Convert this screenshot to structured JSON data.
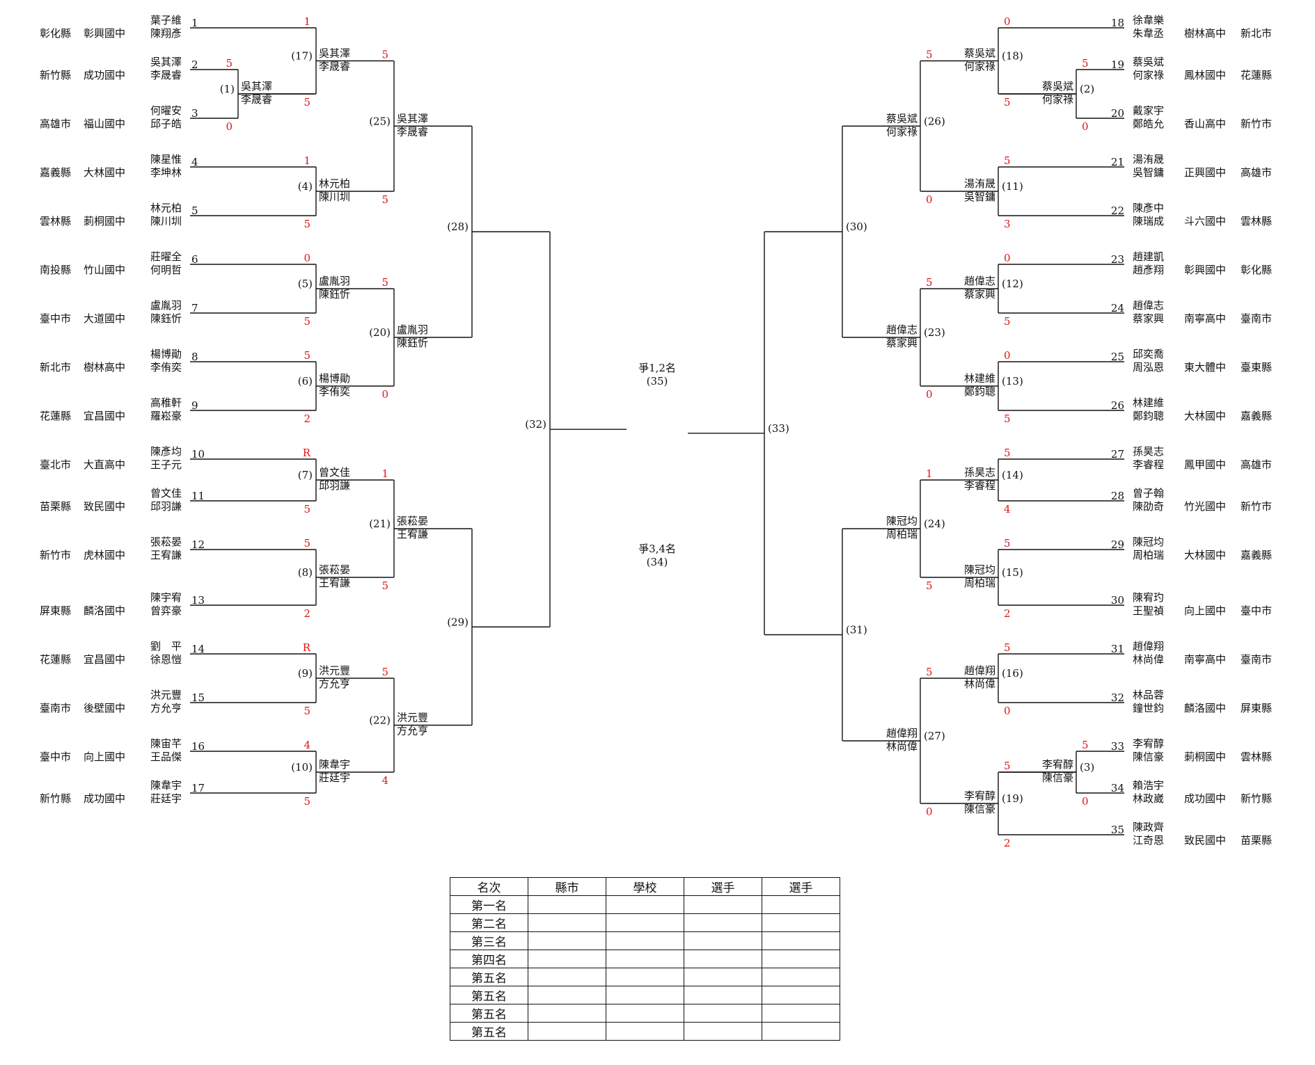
{
  "left": [
    {
      "num": "1",
      "county": "彰化縣",
      "school": "彰興國中",
      "p1": "葉子維",
      "p2": "陳翔彥"
    },
    {
      "num": "2",
      "county": "新竹縣",
      "school": "成功國中",
      "p1": "吳其澤",
      "p2": "李晟睿"
    },
    {
      "num": "3",
      "county": "高雄市",
      "school": "福山國中",
      "p1": "何曜安",
      "p2": "邱子皓"
    },
    {
      "num": "4",
      "county": "嘉義縣",
      "school": "大林國中",
      "p1": "陳星惟",
      "p2": "李坤林"
    },
    {
      "num": "5",
      "county": "雲林縣",
      "school": "莿桐國中",
      "p1": "林元柏",
      "p2": "陳川圳"
    },
    {
      "num": "6",
      "county": "南投縣",
      "school": "竹山國中",
      "p1": "莊曜全",
      "p2": "何明哲"
    },
    {
      "num": "7",
      "county": "臺中市",
      "school": "大道國中",
      "p1": "盧胤羽",
      "p2": "陳鈺忻"
    },
    {
      "num": "8",
      "county": "新北市",
      "school": "樹林高中",
      "p1": "楊博勛",
      "p2": "李侑奕"
    },
    {
      "num": "9",
      "county": "花蓮縣",
      "school": "宜昌國中",
      "p1": "高稚軒",
      "p2": "羅崧豪"
    },
    {
      "num": "10",
      "county": "臺北市",
      "school": "大直高中",
      "p1": "陳彥均",
      "p2": "王子元"
    },
    {
      "num": "11",
      "county": "苗栗縣",
      "school": "致民國中",
      "p1": "曾文佳",
      "p2": "邱羽謙"
    },
    {
      "num": "12",
      "county": "新竹市",
      "school": "虎林國中",
      "p1": "張菘晏",
      "p2": "王宥謙"
    },
    {
      "num": "13",
      "county": "屏東縣",
      "school": "麟洛國中",
      "p1": "陳宇宥",
      "p2": "曾弈豪"
    },
    {
      "num": "14",
      "county": "花蓮縣",
      "school": "宜昌國中",
      "p1": "劉　平",
      "p2": "徐恩愷"
    },
    {
      "num": "15",
      "county": "臺南市",
      "school": "後壁國中",
      "p1": "洪元豐",
      "p2": "方允亨"
    },
    {
      "num": "16",
      "county": "臺中市",
      "school": "向上國中",
      "p1": "陳宙芊",
      "p2": "王品傑"
    },
    {
      "num": "17",
      "county": "新竹縣",
      "school": "成功國中",
      "p1": "陳韋宇",
      "p2": "莊廷宇"
    }
  ],
  "right": [
    {
      "num": "18",
      "county": "新北市",
      "school": "樹林高中",
      "p1": "徐韋樂",
      "p2": "朱韋丞"
    },
    {
      "num": "19",
      "county": "花蓮縣",
      "school": "鳳林國中",
      "p1": "蔡吳斌",
      "p2": "何家祿"
    },
    {
      "num": "20",
      "county": "新竹市",
      "school": "香山高中",
      "p1": "戴家宇",
      "p2": "鄭皓允"
    },
    {
      "num": "21",
      "county": "高雄市",
      "school": "正興國中",
      "p1": "湯洧晟",
      "p2": "吳智鏞"
    },
    {
      "num": "22",
      "county": "雲林縣",
      "school": "斗六國中",
      "p1": "陳彥中",
      "p2": "陳瑞成"
    },
    {
      "num": "23",
      "county": "彰化縣",
      "school": "彰興國中",
      "p1": "趙建凱",
      "p2": "趙彥翔"
    },
    {
      "num": "24",
      "county": "臺南市",
      "school": "南寧高中",
      "p1": "趙偉志",
      "p2": "蔡家興"
    },
    {
      "num": "25",
      "county": "臺東縣",
      "school": "東大體中",
      "p1": "邱奕喬",
      "p2": "周泓恩"
    },
    {
      "num": "26",
      "county": "嘉義縣",
      "school": "大林國中",
      "p1": "林建維",
      "p2": "鄭鈞聰"
    },
    {
      "num": "27",
      "county": "高雄市",
      "school": "鳳甲國中",
      "p1": "孫昊志",
      "p2": "李睿程"
    },
    {
      "num": "28",
      "county": "新竹市",
      "school": "竹光國中",
      "p1": "曾子翰",
      "p2": "陳劭奇"
    },
    {
      "num": "29",
      "county": "嘉義縣",
      "school": "大林國中",
      "p1": "陳冠均",
      "p2": "周柏瑞"
    },
    {
      "num": "30",
      "county": "臺中市",
      "school": "向上國中",
      "p1": "陳宥玓",
      "p2": "王聖禎"
    },
    {
      "num": "31",
      "county": "臺南市",
      "school": "南寧高中",
      "p1": "趙偉翔",
      "p2": "林尚偉"
    },
    {
      "num": "32",
      "county": "屏東縣",
      "school": "麟洛國中",
      "p1": "林品蓉",
      "p2": "鐘世鈞"
    },
    {
      "num": "33",
      "county": "雲林縣",
      "school": "莿桐國中",
      "p1": "李宥醇",
      "p2": "陳信豪"
    },
    {
      "num": "34",
      "county": "新竹縣",
      "school": "成功國中",
      "p1": "賴浩宇",
      "p2": "林政崴"
    },
    {
      "num": "35",
      "county": "苗栗縣",
      "school": "致民國中",
      "p1": "陳政齊",
      "p2": "江奇恩"
    }
  ],
  "matches": [
    {
      "id": "(1)",
      "winner": [
        "吳其澤",
        "李晟睿"
      ],
      "top": "5",
      "bottom": "0"
    },
    {
      "id": "(2)",
      "winner": [
        "蔡吳斌",
        "何家祿"
      ],
      "top": "5",
      "bottom": "0"
    },
    {
      "id": "(3)",
      "winner": [
        "李宥醇",
        "陳信豪"
      ],
      "top": "5",
      "bottom": "0"
    },
    {
      "id": "(4)",
      "winner": [
        "林元柏",
        "陳川圳"
      ],
      "top": "1",
      "bottom": "5"
    },
    {
      "id": "(5)",
      "winner": [
        "盧胤羽",
        "陳鈺忻"
      ],
      "top": "0",
      "bottom": "5"
    },
    {
      "id": "(6)",
      "winner": [
        "楊博勛",
        "李侑奕"
      ],
      "top": "5",
      "bottom": "2"
    },
    {
      "id": "(7)",
      "winner": [
        "曾文佳",
        "邱羽謙"
      ],
      "top": "R",
      "bottom": "5"
    },
    {
      "id": "(8)",
      "winner": [
        "張菘晏",
        "王宥謙"
      ],
      "top": "5",
      "bottom": "2"
    },
    {
      "id": "(9)",
      "winner": [
        "洪元豐",
        "方允亨"
      ],
      "top": "R",
      "bottom": "5"
    },
    {
      "id": "(10)",
      "winner": [
        "陳韋宇",
        "莊廷宇"
      ],
      "top": "4",
      "bottom": "5"
    },
    {
      "id": "(11)",
      "winner": [
        "湯洧晟",
        "吳智鏞"
      ],
      "top": "5",
      "bottom": "3"
    },
    {
      "id": "(12)",
      "winner": [
        "趙偉志",
        "蔡家興"
      ],
      "top": "0",
      "bottom": "5"
    },
    {
      "id": "(13)",
      "winner": [
        "林建維",
        "鄭鈞聰"
      ],
      "top": "0",
      "bottom": "5"
    },
    {
      "id": "(14)",
      "winner": [
        "孫昊志",
        "李睿程"
      ],
      "top": "5",
      "bottom": "4"
    },
    {
      "id": "(15)",
      "winner": [
        "陳冠均",
        "周柏瑞"
      ],
      "top": "5",
      "bottom": "2"
    },
    {
      "id": "(16)",
      "winner": [
        "趙偉翔",
        "林尚偉"
      ],
      "top": "5",
      "bottom": "0"
    },
    {
      "id": "(17)",
      "winner": [
        "吳其澤",
        "李晟睿"
      ],
      "top": "1",
      "bottom": "5"
    },
    {
      "id": "(18)",
      "winner": [
        "蔡吳斌",
        "何家祿"
      ],
      "top": "0",
      "bottom": "5"
    },
    {
      "id": "(19)",
      "winner": [
        "李宥醇",
        "陳信豪"
      ],
      "top": "5",
      "bottom": "2"
    },
    {
      "id": "(20)",
      "winner": [
        "盧胤羽",
        "陳鈺忻"
      ],
      "top": "5",
      "bottom": "0"
    },
    {
      "id": "(21)",
      "winner": [
        "張菘晏",
        "王宥謙"
      ],
      "top": "1",
      "bottom": "5"
    },
    {
      "id": "(22)",
      "winner": [
        "洪元豐",
        "方允亨"
      ],
      "top": "5",
      "bottom": "4"
    },
    {
      "id": "(23)",
      "winner": [
        "趙偉志",
        "蔡家興"
      ],
      "top": "5",
      "bottom": "0"
    },
    {
      "id": "(24)",
      "winner": [
        "陳冠均",
        "周柏瑞"
      ],
      "top": "1",
      "bottom": "5"
    },
    {
      "id": "(25)",
      "winner": [
        "吳其澤",
        "李晟睿"
      ],
      "top": "5",
      "bottom": "5"
    },
    {
      "id": "(26)",
      "winner": [
        "蔡吳斌",
        "何家祿"
      ],
      "top": "5",
      "bottom": "0"
    },
    {
      "id": "(27)",
      "winner": [
        "趙偉翔",
        "林尚偉"
      ],
      "top": "5",
      "bottom": "0"
    },
    {
      "id": "(28)"
    },
    {
      "id": "(29)"
    },
    {
      "id": "(30)"
    },
    {
      "id": "(31)"
    },
    {
      "id": "(32)"
    },
    {
      "id": "(33)"
    }
  ],
  "finals": [
    {
      "label": "爭1,2名",
      "id": "(35)"
    },
    {
      "label": "爭3,4名",
      "id": "(34)"
    }
  ],
  "standings": {
    "headers": [
      "名次",
      "縣市",
      "學校",
      "選手",
      "選手"
    ],
    "rows": [
      "第一名",
      "第二名",
      "第三名",
      "第四名",
      "第五名",
      "第五名",
      "第五名",
      "第五名"
    ]
  }
}
